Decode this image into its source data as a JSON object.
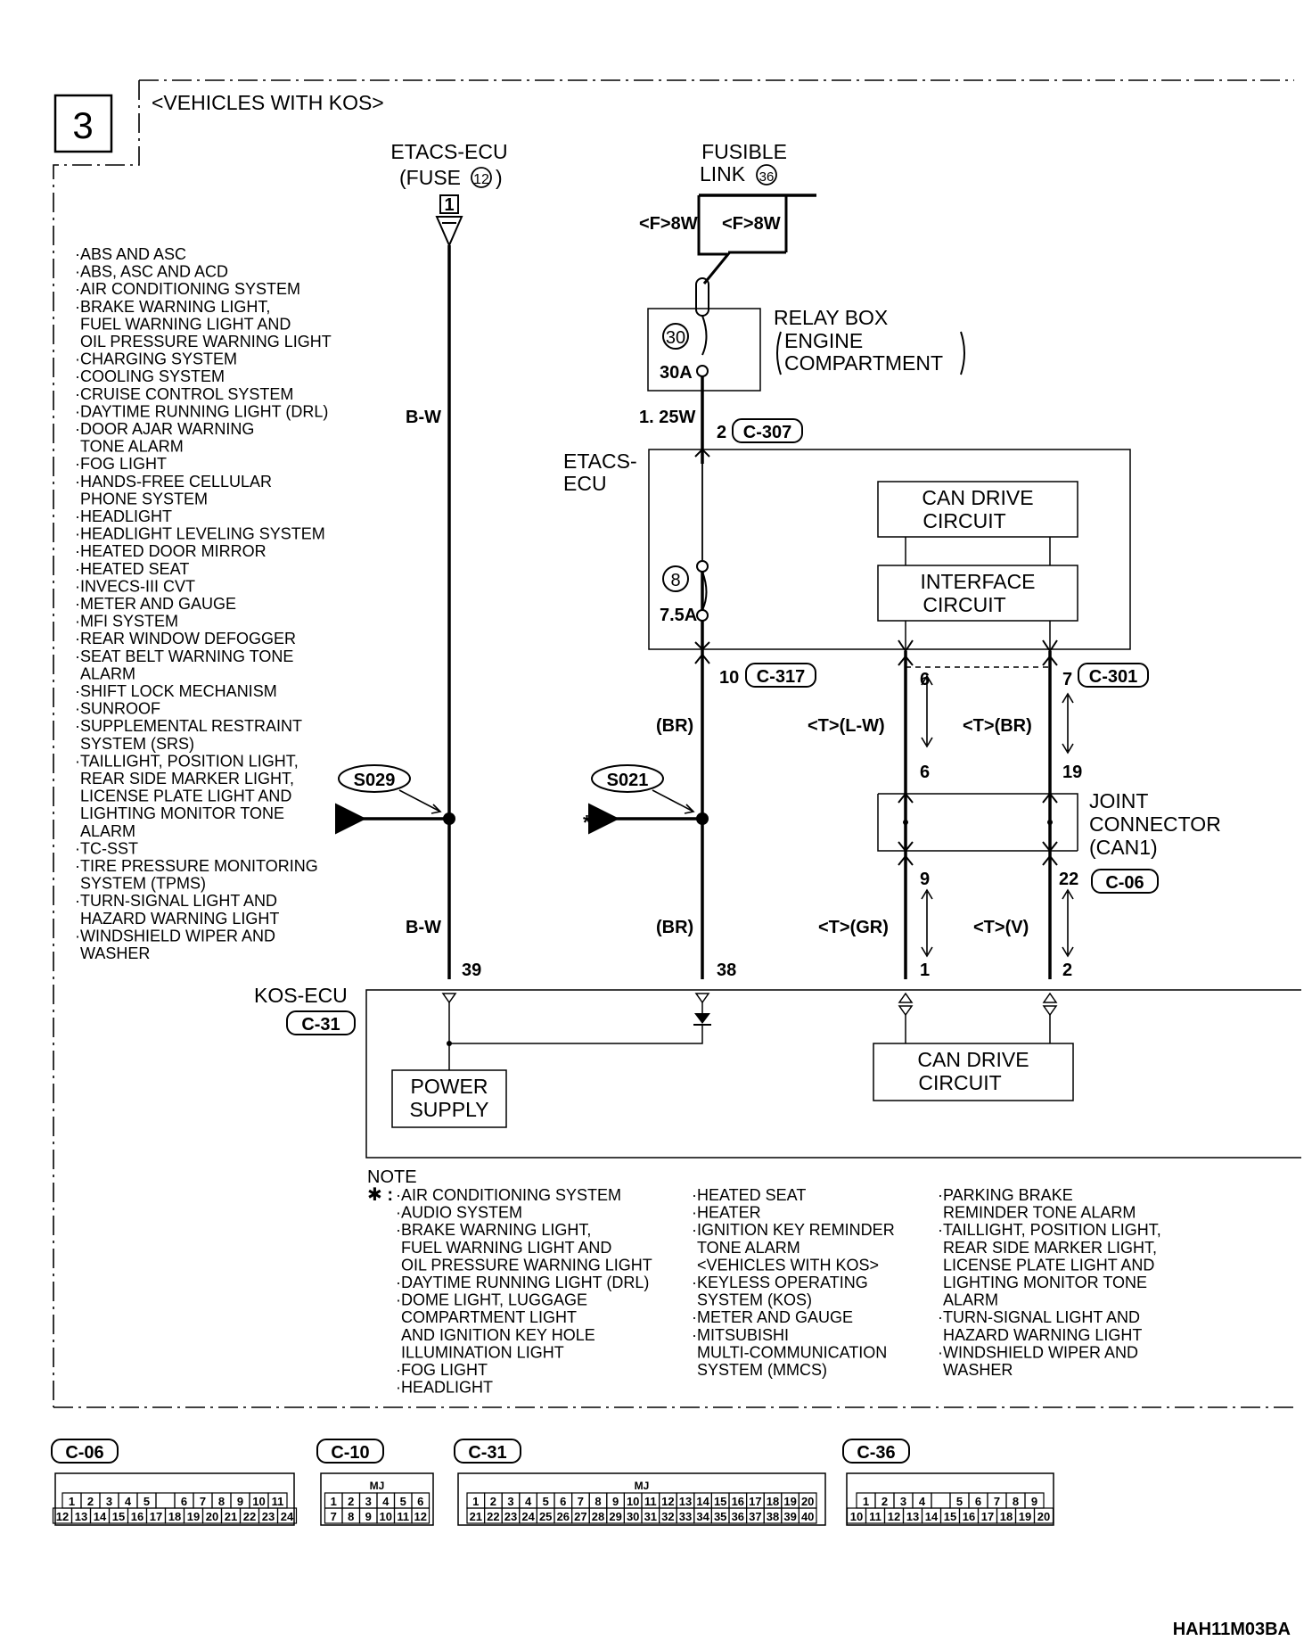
{
  "section_number": "3",
  "variant_label": "<VEHICLES WITH KOS>",
  "etacs_fuse_source": {
    "line1": "ETACS-ECU",
    "line2": "(FUSE",
    "fuse_no": "12",
    "line2_end": ")",
    "terminal": "1"
  },
  "fusible_link": {
    "line1": "FUSIBLE",
    "line2": "LINK",
    "link_no": "36",
    "wire_left": "<F>8W",
    "wire_right": "<F>8W"
  },
  "relay_box": {
    "title": "RELAY BOX",
    "sub1": "ENGINE",
    "sub2": "COMPARTMENT",
    "fuse_no": "30",
    "fuse_amp": "30A"
  },
  "etacs_ecu": {
    "line1": "ETACS-",
    "line2": "ECU",
    "fuse_no": "8",
    "fuse_amp": "7.5A"
  },
  "can_drive_top": {
    "line1": "CAN DRIVE",
    "line2": "CIRCUIT"
  },
  "interface": {
    "line1": "INTERFACE",
    "line2": "CIRCUIT"
  },
  "joint_connector": {
    "line1": "JOINT",
    "line2": "CONNECTOR",
    "line3": "(CAN1)",
    "connector": "C-06"
  },
  "wires": {
    "bw_top": "B-W",
    "bw_bottom": "B-W",
    "w125": "1. 25W",
    "pin2": "2",
    "c307": "C-307",
    "pin10": "10",
    "c317": "C-317",
    "pin7": "7",
    "c301": "C-301",
    "br_top": "(BR)",
    "br_bottom": "(BR)",
    "pin6a": "6",
    "pin6b": "6",
    "pin19": "19",
    "lw": "<T>(L-W)",
    "br_t": "<T>(BR)",
    "pin9": "9",
    "pin22": "22",
    "gr": "<T>(GR)",
    "v": "<T>(V)",
    "pin39": "39",
    "pin38": "38",
    "pin1": "1",
    "pin2b": "2",
    "s029": "S029",
    "s021": "S021",
    "star": "*"
  },
  "kos_ecu": {
    "label": "KOS-ECU",
    "connector": "C-31",
    "power1": "POWER",
    "power2": "SUPPLY",
    "can1": "CAN DRIVE",
    "can2": "CIRCUIT"
  },
  "left_systems": [
    "·ABS AND ASC",
    "·ABS, ASC AND ACD",
    "·AIR CONDITIONING SYSTEM",
    "·BRAKE WARNING LIGHT,",
    " FUEL WARNING LIGHT AND",
    " OIL PRESSURE WARNING LIGHT",
    "·CHARGING SYSTEM",
    "·COOLING SYSTEM",
    "·CRUISE CONTROL SYSTEM",
    "·DAYTIME RUNNING LIGHT (DRL)",
    "·DOOR AJAR WARNING",
    " TONE ALARM",
    "·FOG LIGHT",
    "·HANDS-FREE CELLULAR",
    " PHONE SYSTEM",
    "·HEADLIGHT",
    "·HEADLIGHT LEVELING SYSTEM",
    "·HEATED DOOR MIRROR",
    "·HEATED SEAT",
    "·INVECS-III CVT",
    "·METER AND GAUGE",
    "·MFI SYSTEM",
    "·REAR WINDOW DEFOGGER",
    "·SEAT BELT WARNING TONE",
    " ALARM",
    "·SHIFT LOCK MECHANISM",
    "·SUNROOF",
    "·SUPPLEMENTAL RESTRAINT",
    " SYSTEM (SRS)",
    "·TAILLIGHT, POSITION LIGHT,",
    " REAR SIDE MARKER LIGHT,",
    " LICENSE PLATE LIGHT AND",
    " LIGHTING MONITOR TONE",
    " ALARM",
    "·TC-SST",
    "·TIRE PRESSURE MONITORING",
    " SYSTEM (TPMS)",
    "·TURN-SIGNAL LIGHT AND",
    " HAZARD WARNING LIGHT",
    "·WINDSHIELD WIPER AND",
    " WASHER"
  ],
  "note": {
    "title": "NOTE",
    "star": "✱ :",
    "col1": [
      "·AIR CONDITIONING SYSTEM",
      "·AUDIO SYSTEM",
      "·BRAKE WARNING LIGHT,",
      " FUEL WARNING LIGHT AND",
      " OIL PRESSURE WARNING LIGHT",
      "·DAYTIME RUNNING LIGHT (DRL)",
      "·DOME LIGHT, LUGGAGE",
      " COMPARTMENT LIGHT",
      " AND IGNITION KEY HOLE",
      " ILLUMINATION LIGHT",
      "·FOG LIGHT",
      "·HEADLIGHT"
    ],
    "col2": [
      "·HEATED SEAT",
      "·HEATER",
      "·IGNITION KEY REMINDER",
      " TONE ALARM",
      " <VEHICLES WITH KOS>",
      "·KEYLESS OPERATING",
      " SYSTEM (KOS)",
      "·METER AND GAUGE",
      "·MITSUBISHI",
      " MULTI-COMMUNICATION",
      " SYSTEM (MMCS)"
    ],
    "col3": [
      "·PARKING BRAKE",
      " REMINDER TONE ALARM",
      "·TAILLIGHT, POSITION LIGHT,",
      " REAR SIDE MARKER LIGHT,",
      " LICENSE PLATE LIGHT AND",
      " LIGHTING MONITOR TONE",
      " ALARM",
      "·TURN-SIGNAL LIGHT AND",
      " HAZARD WARNING LIGHT",
      "·WINDSHIELD WIPER AND",
      " WASHER"
    ]
  },
  "connectors": [
    {
      "name": "C-06",
      "tag": "",
      "row1": [
        "1",
        "2",
        "3",
        "4",
        "5",
        "",
        "6",
        "7",
        "8",
        "9",
        "10",
        "11"
      ],
      "row2": [
        "12",
        "13",
        "14",
        "15",
        "16",
        "17",
        "18",
        "19",
        "20",
        "21",
        "22",
        "23",
        "24"
      ]
    },
    {
      "name": "C-10",
      "tag": "MJ",
      "row1": [
        "1",
        "2",
        "3",
        "4",
        "5",
        "6"
      ],
      "row2": [
        "7",
        "8",
        "9",
        "10",
        "11",
        "12"
      ]
    },
    {
      "name": "C-31",
      "tag": "MJ",
      "row1": [
        "1",
        "2",
        "3",
        "4",
        "5",
        "6",
        "7",
        "8",
        "9",
        "10",
        "11",
        "12",
        "13",
        "14",
        "15",
        "16",
        "17",
        "18",
        "19",
        "20"
      ],
      "row2": [
        "21",
        "22",
        "23",
        "24",
        "25",
        "26",
        "27",
        "28",
        "29",
        "30",
        "31",
        "32",
        "33",
        "34",
        "35",
        "36",
        "37",
        "38",
        "39",
        "40"
      ]
    },
    {
      "name": "C-36",
      "tag": "",
      "row1": [
        "1",
        "2",
        "3",
        "4",
        "",
        "5",
        "6",
        "7",
        "8",
        "9"
      ],
      "row2": [
        "10",
        "11",
        "12",
        "13",
        "14",
        "15",
        "16",
        "17",
        "18",
        "19",
        "20"
      ]
    }
  ],
  "figure_code": "HAH11M03BA"
}
